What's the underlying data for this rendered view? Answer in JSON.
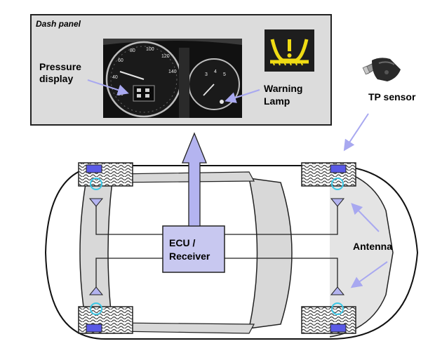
{
  "dash_panel": {
    "title": "Dash panel",
    "pressure_display_label": [
      "Pressure",
      "display"
    ],
    "warning_lamp_label": [
      "Warning",
      "Lamp"
    ]
  },
  "tp_sensor": {
    "label": "TP sensor"
  },
  "ecu": {
    "label": [
      "ECU /",
      "Receiver"
    ]
  },
  "antenna": {
    "label": "Antenna"
  },
  "colors": {
    "sensor_block": "#5a5ae6",
    "ecu_box": "#c8c8f0",
    "arrow": "#b4b4f0",
    "ring": "#3cc8e6",
    "lamp_bg": "#f0dc14",
    "lamp_icon": "#1e1e1e"
  },
  "icons": [
    "tpms-warning-icon",
    "tp-sensor-icon"
  ]
}
